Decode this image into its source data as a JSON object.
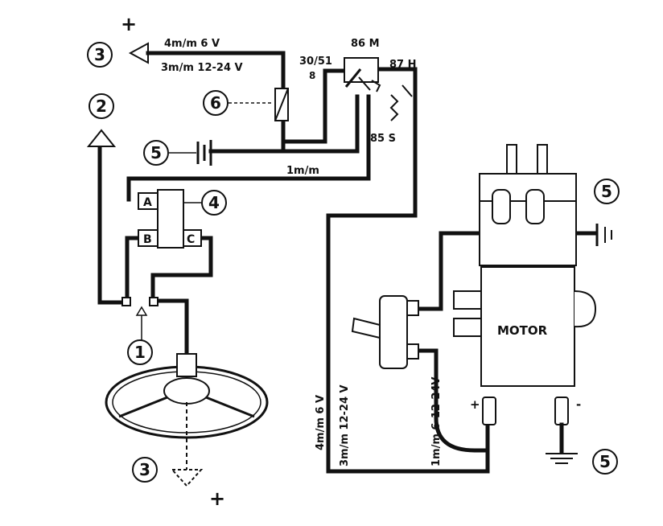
{
  "plus_symbol": "+",
  "minus_symbol": "-",
  "callouts": {
    "c1": "1",
    "c2": "2",
    "c3_top": "3",
    "c3_bottom": "3",
    "c4": "4",
    "c5_left": "5",
    "c5_right": "5",
    "c5_bottom": "5",
    "c6": "6"
  },
  "relay": {
    "term_30": "30/51",
    "term_30_sub": "8",
    "term_86": "86 M",
    "term_87": "87 H",
    "term_85": "85 S"
  },
  "wires": {
    "horn_feed_a": "4m/m 6 V",
    "horn_feed_b": "3m/m 12-24 V",
    "ground_feed": "1m/m",
    "motor_feed_a": "4m/m 6 V",
    "motor_feed_b": "3m/m 12-24 V",
    "switch_feed": "1m/m 6-12-24V"
  },
  "junction": {
    "pin_a": "A",
    "pin_b": "B",
    "pin_c": "C"
  },
  "motor": {
    "label": "MOTOR",
    "plus_terminal": "+",
    "minus_terminal": "-"
  },
  "colors": {
    "line": "#111111",
    "background": "#ffffff"
  }
}
